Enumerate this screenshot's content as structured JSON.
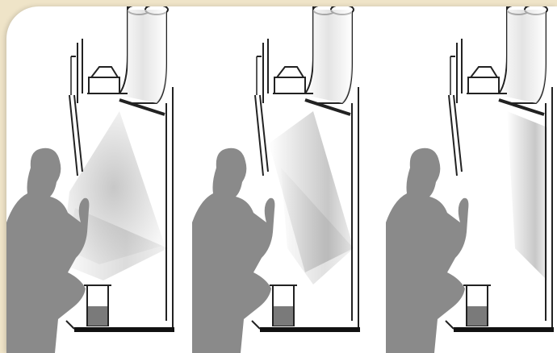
{
  "figure": {
    "panels": [
      {
        "id": "panel-1",
        "smoke_mode": "escaping"
      },
      {
        "id": "panel-2",
        "smoke_mode": "partial"
      },
      {
        "id": "panel-3",
        "smoke_mode": "contained"
      }
    ],
    "colors": {
      "background": "#efe4c8",
      "card": "#ffffff",
      "silhouette": "#8a8a8a",
      "line": "#222222",
      "smoke": "#9a9a9a",
      "liquid": "#7a7a7a"
    }
  }
}
